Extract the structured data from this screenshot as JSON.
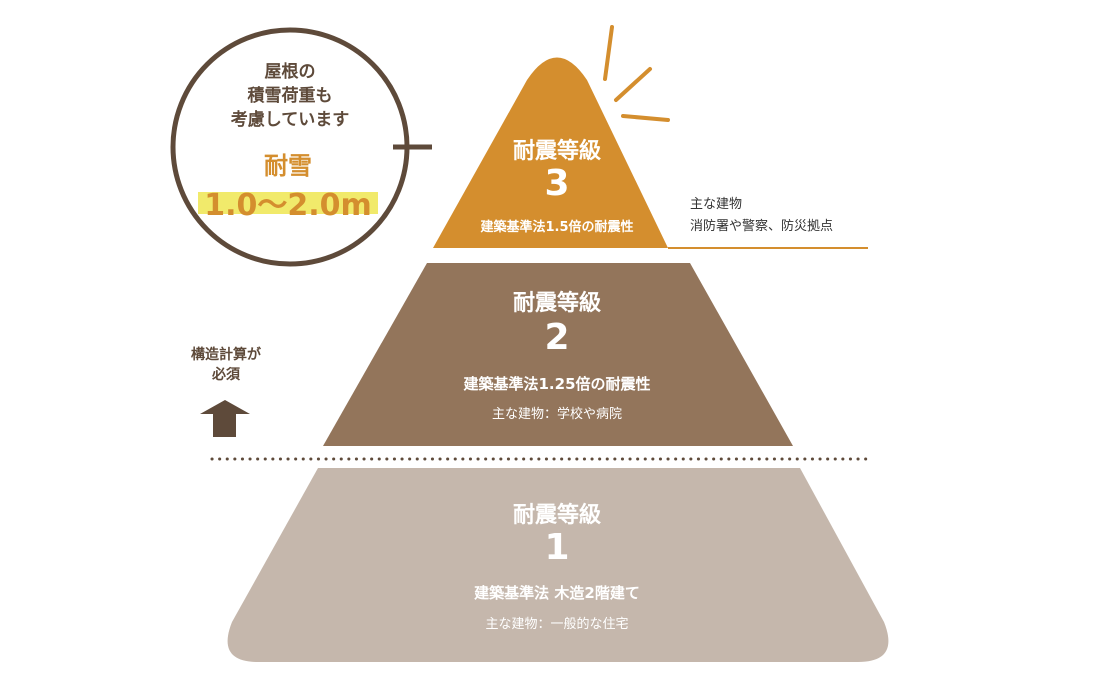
{
  "colors": {
    "grade3": "#D48E2E",
    "grade2": "#93755B",
    "grade1": "#C5B7AC",
    "dark": "#5E4A3A",
    "highlight": "#F1EA6B"
  },
  "snow": {
    "line1": "屋根の",
    "line2": "積雪荷重も",
    "line3": "考慮しています",
    "title": "耐雪",
    "range": "1.0〜2.0m"
  },
  "grade3": {
    "label": "耐震等級",
    "number": "3",
    "law": "建築基準法1.5倍の耐震性",
    "buildings_title": "主な建物",
    "buildings": "消防署や警察、防災拠点"
  },
  "grade2": {
    "label": "耐震等級",
    "number": "2",
    "law": "建築基準法1.25倍の耐震性",
    "buildings": "主な建物：学校や病院"
  },
  "grade1": {
    "label": "耐震等級",
    "number": "1",
    "law": "建築基準法 木造2階建て",
    "buildings": "主な建物：一般的な住宅"
  },
  "structural": {
    "line1": "構造計算が",
    "line2": "必須"
  }
}
